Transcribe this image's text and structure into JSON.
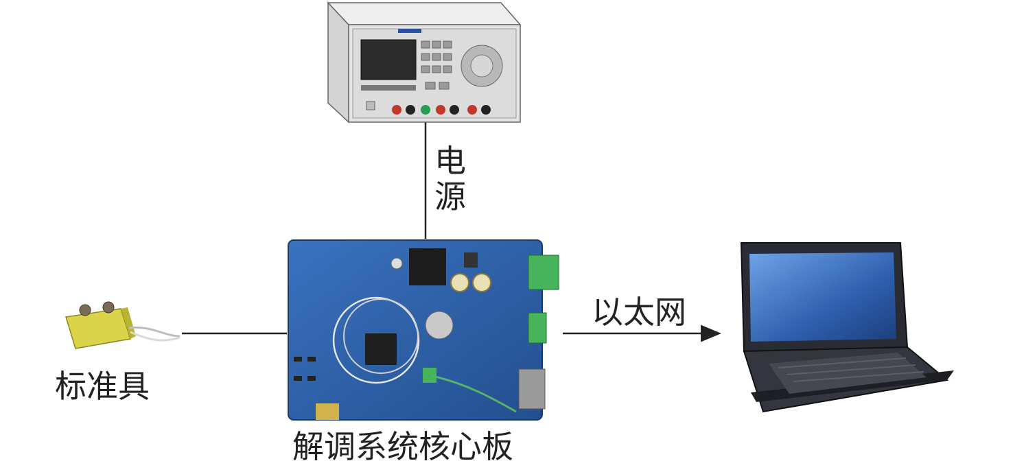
{
  "labels": {
    "power": "电源",
    "ethernet": "以太网",
    "standard": "标准具",
    "core_board": "解调系统核心板"
  },
  "device_icons": {
    "power_supply": "power-supply-icon",
    "sensor": "etalon-sensor-icon",
    "board": "circuit-board-icon",
    "laptop": "laptop-icon"
  },
  "colors": {
    "line": "#222222",
    "board_blue": "#2f62a8",
    "sensor_yellow": "#d9d44a",
    "laptop_dark": "#2a2c33",
    "screen_blue": "#3f74c6",
    "psu_body": "#e6e6e6"
  }
}
